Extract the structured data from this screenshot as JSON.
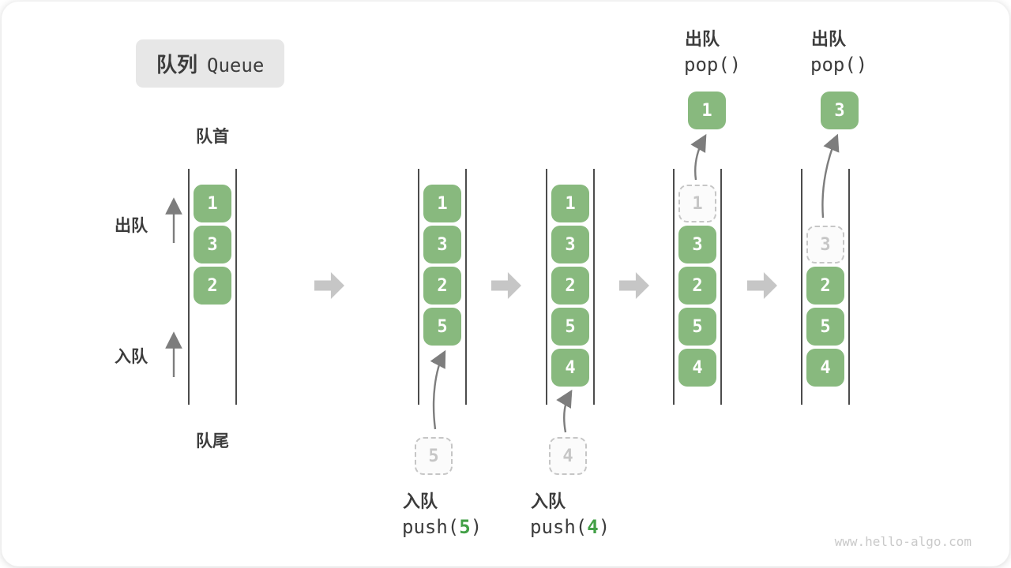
{
  "title": {
    "zh": "队列",
    "en": "Queue"
  },
  "labels": {
    "front": "队首",
    "rear": "队尾",
    "dequeue_side": "出队",
    "enqueue_side": "入队"
  },
  "colors": {
    "box-green": "#88b97e",
    "code-green": "#43a047",
    "text-dark": "#3c3c3c",
    "ghost-gray": "#c6c6c6",
    "arrow-gray": "#8a8a8a",
    "block-arrow-gray": "#c6c6c6",
    "rail-dark": "#4c4c4c",
    "title-bg": "#e7e7e7",
    "watermark-gray": "#c9c9c9"
  },
  "states": [
    {
      "name": "initial",
      "cells": [
        {
          "value": "1",
          "row": 0
        },
        {
          "value": "3",
          "row": 1
        },
        {
          "value": "2",
          "row": 2
        }
      ]
    },
    {
      "name": "after-push-5",
      "cells": [
        {
          "value": "1",
          "row": 0
        },
        {
          "value": "3",
          "row": 1
        },
        {
          "value": "2",
          "row": 2
        },
        {
          "value": "5",
          "row": 3
        }
      ]
    },
    {
      "name": "after-push-4",
      "cells": [
        {
          "value": "1",
          "row": 0
        },
        {
          "value": "3",
          "row": 1
        },
        {
          "value": "2",
          "row": 2
        },
        {
          "value": "5",
          "row": 3
        },
        {
          "value": "4",
          "row": 4
        }
      ]
    },
    {
      "name": "pop-1",
      "cells": [
        {
          "value": "1",
          "row": 0,
          "ghost": true
        },
        {
          "value": "3",
          "row": 1
        },
        {
          "value": "2",
          "row": 2
        },
        {
          "value": "5",
          "row": 3
        },
        {
          "value": "4",
          "row": 4
        }
      ]
    },
    {
      "name": "pop-3",
      "cells": [
        {
          "value": "3",
          "row": 1,
          "ghost": true
        },
        {
          "value": "2",
          "row": 2
        },
        {
          "value": "5",
          "row": 3
        },
        {
          "value": "4",
          "row": 4
        }
      ]
    }
  ],
  "ops": {
    "push5": {
      "label": "入队",
      "code_prefix": "push(",
      "arg": "5",
      "code_suffix": ")"
    },
    "push4": {
      "label": "入队",
      "code_prefix": "push(",
      "arg": "4",
      "code_suffix": ")"
    },
    "pop1": {
      "label": "出队",
      "code": "pop()",
      "value": "1"
    },
    "pop3": {
      "label": "出队",
      "code": "pop()",
      "value": "3"
    }
  },
  "watermark": "www.hello-algo.com"
}
